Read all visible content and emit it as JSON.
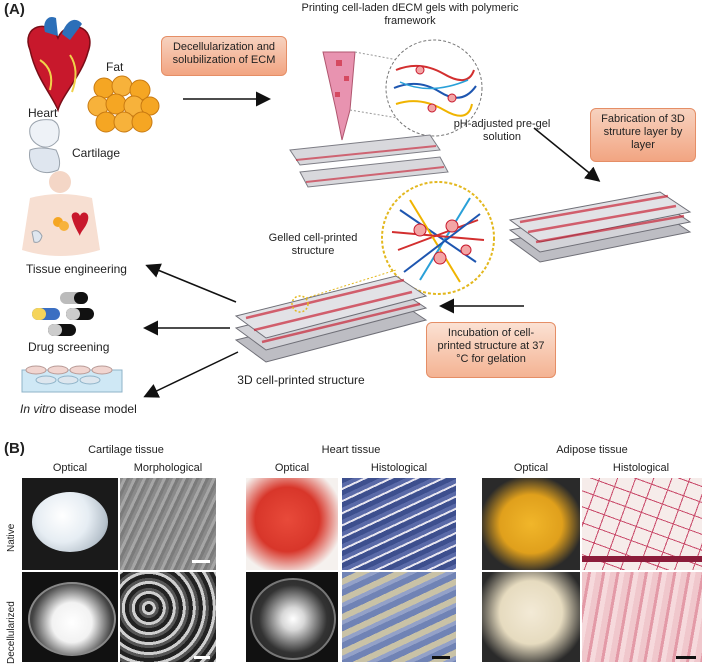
{
  "panel_a": {
    "label": "(A)",
    "organs": {
      "heart": "Heart",
      "fat": "Fat",
      "cartilage": "Cartilage"
    },
    "step_decell": "Decellularization and solubilization of ECM",
    "printing_title": "Printing cell-laden dECM gels with polymeric framework",
    "ph_adjusted": "pH-adjusted pre-gel solution",
    "fabrication": "Fabrication of 3D struture layer by layer",
    "gelled": "Gelled cell-printed structure",
    "incubation": "Incubation of cell-printed structure at 37 °C for gelation",
    "printed_structure": "3D cell-printed structure",
    "applications": {
      "tissue": "Tissue engineering",
      "drug": "Drug screening",
      "disease_italic": "In vitro",
      "disease_rest": " disease model"
    }
  },
  "panel_b": {
    "label": "(B)",
    "row_native": "Native",
    "row_decell": "Decellularized",
    "groups": [
      {
        "title": "Cartilage tissue",
        "col1": "Optical",
        "col2": "Morphological"
      },
      {
        "title": "Heart tissue",
        "col1": "Optical",
        "col2": "Histological"
      },
      {
        "title": "Adipose tissue",
        "col1": "Optical",
        "col2": "Histological"
      }
    ]
  },
  "colors": {
    "callout_fill": "#f2a582",
    "arrow": "#111111",
    "gel_outline": "#e3b81f",
    "heart_red": "#c8182c",
    "fat_orange": "#f5a623",
    "scaffold_grey": "#a8a8ad"
  }
}
